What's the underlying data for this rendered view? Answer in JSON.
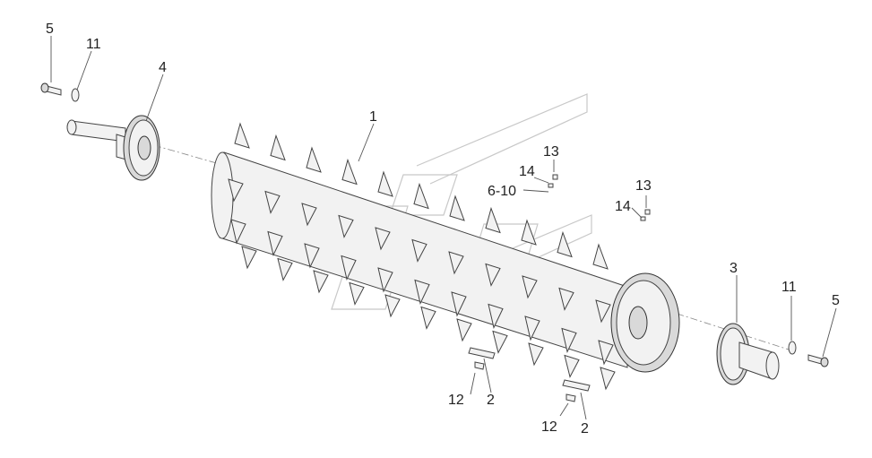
{
  "diagram": {
    "callouts": [
      {
        "id": "c5a",
        "label": "5"
      },
      {
        "id": "c11a",
        "label": "11"
      },
      {
        "id": "c4",
        "label": "4"
      },
      {
        "id": "c1",
        "label": "1"
      },
      {
        "id": "c13a",
        "label": "13"
      },
      {
        "id": "c14a",
        "label": "14"
      },
      {
        "id": "c610",
        "label": "6-10"
      },
      {
        "id": "c13b",
        "label": "13"
      },
      {
        "id": "c14b",
        "label": "14"
      },
      {
        "id": "c3",
        "label": "3"
      },
      {
        "id": "c11b",
        "label": "11"
      },
      {
        "id": "c5b",
        "label": "5"
      },
      {
        "id": "c12a",
        "label": "12"
      },
      {
        "id": "c2a",
        "label": "2"
      },
      {
        "id": "c12b",
        "label": "12"
      },
      {
        "id": "c2b",
        "label": "2"
      }
    ]
  }
}
